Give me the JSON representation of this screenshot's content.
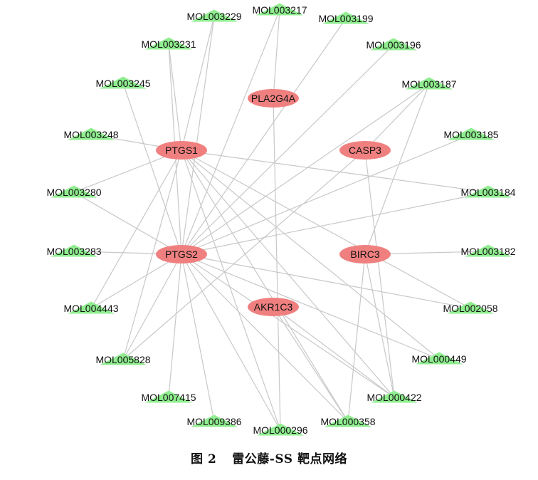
{
  "caption": {
    "figure_number": "图 2",
    "text": "雷公藤-SS 靶点网络"
  },
  "colors": {
    "target_fill": "#f08080",
    "compound_fill": "#90ee90",
    "edge": "#c8c8c8",
    "label": "#111111"
  },
  "network": {
    "targets": [
      "PTGS1",
      "PLA2G4A",
      "CASP3",
      "PTGS2",
      "BIRC3",
      "AKR1C3"
    ],
    "compounds": [
      "MOL003229",
      "MOL003217",
      "MOL003199",
      "MOL003231",
      "MOL003196",
      "MOL003245",
      "MOL003187",
      "MOL003248",
      "MOL003185",
      "MOL003280",
      "MOL003184",
      "MOL003283",
      "MOL003182",
      "MOL004443",
      "MOL002058",
      "MOL005828",
      "MOL000449",
      "MOL007415",
      "MOL000422",
      "MOL009386",
      "MOL000296",
      "MOL000358"
    ],
    "edges": [
      [
        "PTGS1",
        "MOL003229"
      ],
      [
        "PTGS1",
        "MOL003231"
      ],
      [
        "PTGS1",
        "MOL003248"
      ],
      [
        "PTGS1",
        "MOL003184"
      ],
      [
        "PTGS1",
        "MOL004443"
      ],
      [
        "PTGS1",
        "MOL005828"
      ],
      [
        "PTGS1",
        "MOL000296"
      ],
      [
        "PTGS1",
        "MOL000358"
      ],
      [
        "PTGS1",
        "MOL000422"
      ],
      [
        "PTGS1",
        "MOL000449"
      ],
      [
        "PTGS1",
        "MOL002058"
      ],
      [
        "PTGS1",
        "MOL003280"
      ],
      [
        "PTGS2",
        "MOL003229"
      ],
      [
        "PTGS2",
        "MOL003217"
      ],
      [
        "PTGS2",
        "MOL003199"
      ],
      [
        "PTGS2",
        "MOL003231"
      ],
      [
        "PTGS2",
        "MOL003196"
      ],
      [
        "PTGS2",
        "MOL003245"
      ],
      [
        "PTGS2",
        "MOL003187"
      ],
      [
        "PTGS2",
        "MOL003283"
      ],
      [
        "PTGS2",
        "MOL004443"
      ],
      [
        "PTGS2",
        "MOL005828"
      ],
      [
        "PTGS2",
        "MOL007415"
      ],
      [
        "PTGS2",
        "MOL009386"
      ],
      [
        "PTGS2",
        "MOL000296"
      ],
      [
        "PTGS2",
        "MOL000358"
      ],
      [
        "PTGS2",
        "MOL003184"
      ],
      [
        "PTGS2",
        "MOL003280"
      ],
      [
        "PTGS2",
        "MOL003185"
      ],
      [
        "PTGS2",
        "MOL000422"
      ],
      [
        "PTGS2",
        "MOL000449"
      ],
      [
        "PTGS2",
        "MOL002058"
      ],
      [
        "PLA2G4A",
        "MOL003217"
      ],
      [
        "PLA2G4A",
        "MOL000296"
      ],
      [
        "CASP3",
        "MOL003187"
      ],
      [
        "CASP3",
        "MOL000422"
      ],
      [
        "CASP3",
        "MOL005828"
      ],
      [
        "BIRC3",
        "MOL003187"
      ],
      [
        "BIRC3",
        "MOL003182"
      ],
      [
        "BIRC3",
        "MOL000358"
      ],
      [
        "BIRC3",
        "MOL000422"
      ],
      [
        "AKR1C3",
        "MOL000422"
      ],
      [
        "AKR1C3",
        "MOL000358"
      ]
    ]
  }
}
